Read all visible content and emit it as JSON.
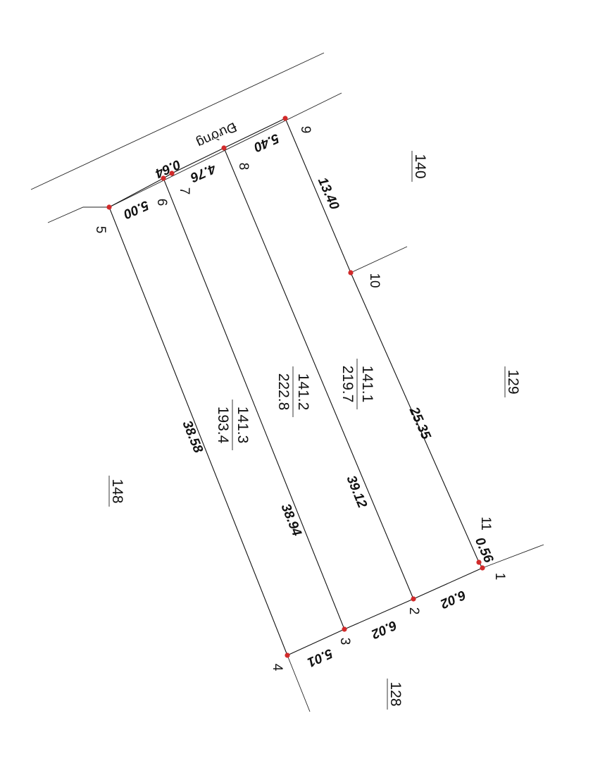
{
  "road_label": "Đường",
  "points": [
    {
      "id": "p1",
      "label": "1"
    },
    {
      "id": "p2",
      "label": "2"
    },
    {
      "id": "p3",
      "label": "3"
    },
    {
      "id": "p4",
      "label": "4"
    },
    {
      "id": "p5",
      "label": "5"
    },
    {
      "id": "p6",
      "label": "6"
    },
    {
      "id": "p7",
      "label": "7"
    },
    {
      "id": "p8",
      "label": "8"
    },
    {
      "id": "p9",
      "label": "9"
    },
    {
      "id": "p10",
      "label": "10"
    },
    {
      "id": "p11",
      "label": "11"
    }
  ],
  "dimensions": [
    {
      "id": "d-9-10",
      "value": "13.40"
    },
    {
      "id": "d-10-11",
      "value": "25.35"
    },
    {
      "id": "d-11-1",
      "value": "0.56"
    },
    {
      "id": "d-1-2",
      "value": "6.02"
    },
    {
      "id": "d-2-3",
      "value": "6.02"
    },
    {
      "id": "d-3-4",
      "value": "5.01"
    },
    {
      "id": "d-4-5",
      "value": "38.58"
    },
    {
      "id": "d-5-6",
      "value": "5.00"
    },
    {
      "id": "d-6-7",
      "value": "0.64"
    },
    {
      "id": "d-7-8",
      "value": "4.76"
    },
    {
      "id": "d-8-9",
      "value": "5.40"
    },
    {
      "id": "d-3-6",
      "value": "38.94"
    },
    {
      "id": "d-2-8",
      "value": "39.12"
    }
  ],
  "parcels": [
    {
      "id": "parcel-141-1",
      "number": "141.1",
      "area": "219.7"
    },
    {
      "id": "parcel-141-2",
      "number": "141.2",
      "area": "222.8"
    },
    {
      "id": "parcel-141-3",
      "number": "141.3",
      "area": "193.4"
    }
  ],
  "neighbors": [
    {
      "id": "n140",
      "number": "140"
    },
    {
      "id": "n129",
      "number": "129"
    },
    {
      "id": "n148",
      "number": "148"
    },
    {
      "id": "n128",
      "number": "128"
    }
  ]
}
